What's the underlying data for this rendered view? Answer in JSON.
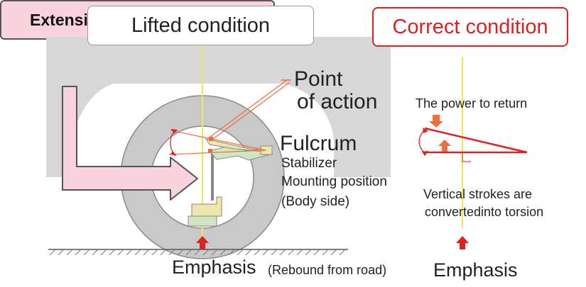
{
  "titles": {
    "lifted": "Lifted condition",
    "correct": "Correct condition",
    "extension": "Extension of stabilizer links"
  },
  "labels": {
    "point_line1": "Point",
    "point_line2": "of action",
    "fulcrum": "Fulcrum",
    "stabilizer": "Stabilizer",
    "mounting": "Mounting position",
    "body_side": "(Body side)",
    "power_return": "The power to return",
    "vertical_line1": "Vertical strokes are",
    "vertical_line2": "convertedinto torsion",
    "emphasis_left": "Emphasis",
    "rebound": "(Rebound from road)",
    "emphasis_right": "Emphasis"
  },
  "colors": {
    "red": "#e02020",
    "orange": "#ee6e3c",
    "pink_fill": "#f8d3dd",
    "yellow_line": "#f2ea4a",
    "gray_body": "#d7d7d7",
    "tire": "#c8c8c8"
  }
}
